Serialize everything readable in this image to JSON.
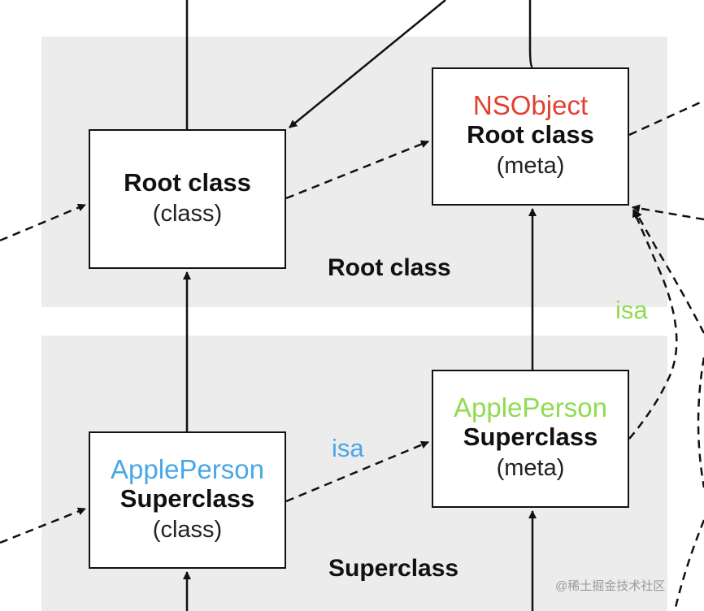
{
  "bands": {
    "root_label": "Root class",
    "superclass_label": "Superclass"
  },
  "boxes": {
    "root_class": {
      "title": "Root class",
      "subtitle": "(class)"
    },
    "root_meta": {
      "highlight": "NSObject",
      "title": "Root class",
      "subtitle": "(meta)"
    },
    "super_class": {
      "highlight": "ApplePerson",
      "title": "Superclass",
      "subtitle": "(class)"
    },
    "super_meta": {
      "highlight": "ApplePerson",
      "title": "Superclass",
      "subtitle": "(meta)"
    }
  },
  "annotations": {
    "isa_super": "isa",
    "isa_root": "isa"
  },
  "watermark": "@稀土掘金技术社区",
  "colors": {
    "nsobject": "#e2402f",
    "apple_person_class": "#4aa7e6",
    "apple_person_meta": "#8fdc52",
    "band": "#ececec"
  }
}
